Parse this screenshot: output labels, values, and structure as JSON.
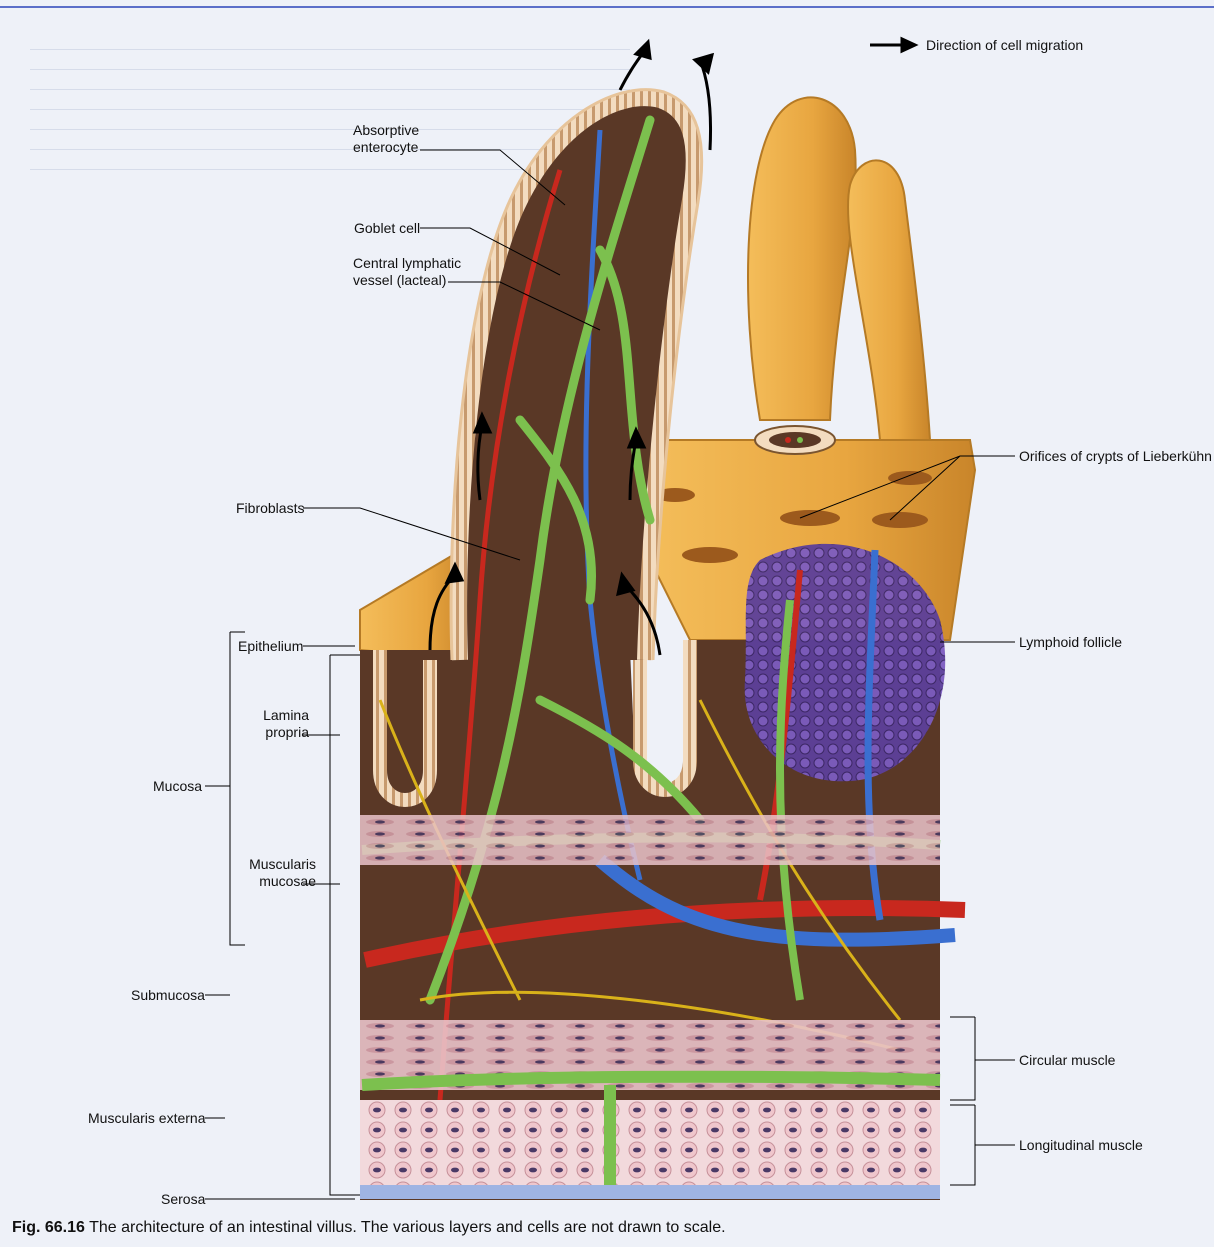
{
  "figure": {
    "caption_number": "Fig. 66.16",
    "caption_text": "The architecture of an intestinal villus. The various layers and cells are not drawn to scale."
  },
  "legend": {
    "arrow_label": "Direction of cell migration"
  },
  "labels": {
    "absorptive_enterocyte": "Absorptive enterocyte",
    "goblet_cell": "Goblet cell",
    "central_lymphatic": "Central lymphatic vessel (lacteal)",
    "fibroblasts": "Fibroblasts",
    "epithelium": "Epithelium",
    "lamina_propria": "Lamina propria",
    "mucosa": "Mucosa",
    "muscularis_mucosae": "Muscularis mucosae",
    "submucosa": "Submucosa",
    "muscularis_externa": "Muscularis externa",
    "serosa": "Serosa",
    "crypt_orifices": "Orifices of crypts of Lieberkühn",
    "lymphoid_follicle": "Lymphoid follicle",
    "circular_muscle": "Circular muscle",
    "longitudinal_muscle": "Longitudinal muscle"
  },
  "colors": {
    "villus_surface": "#e8a640",
    "artery": "#c8281e",
    "vein": "#3a6fd0",
    "lymphatic": "#7cc04e",
    "nerve": "#d9b21a",
    "follicle": "#5c3f9a",
    "connective_tissue": "#5a3826"
  }
}
